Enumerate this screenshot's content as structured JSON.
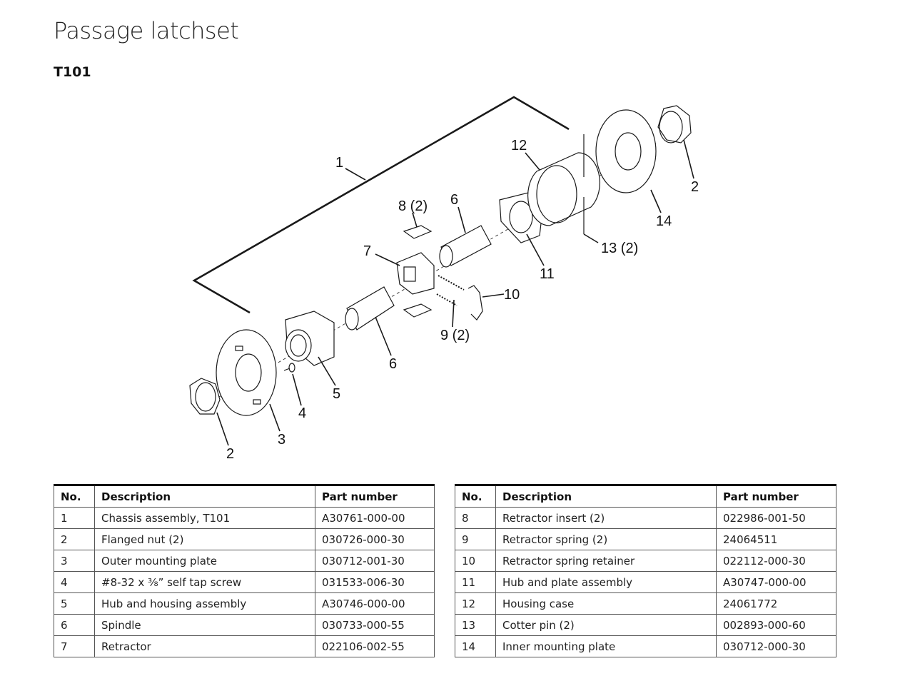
{
  "page": {
    "title": "Passage latchset",
    "subtitle": "T101"
  },
  "diagram": {
    "callouts": [
      "1",
      "2",
      "3",
      "4",
      "5",
      "6",
      "6",
      "7",
      "8 (2)",
      "9 (2)",
      "10",
      "11",
      "12",
      "13 (2)",
      "14",
      "2"
    ]
  },
  "tables": {
    "headers": {
      "no": "No.",
      "description": "Description",
      "part_number": "Part number"
    },
    "left": [
      {
        "no": "1",
        "description": "Chassis assembly, T101",
        "part_number": "A30761-000-00"
      },
      {
        "no": "2",
        "description": "Flanged nut (2)",
        "part_number": "030726-000-30"
      },
      {
        "no": "3",
        "description": "Outer mounting plate",
        "part_number": "030712-001-30"
      },
      {
        "no": "4",
        "description": "#8-32 x ⅜” self tap screw",
        "part_number": "031533-006-30"
      },
      {
        "no": "5",
        "description": "Hub and housing assembly",
        "part_number": "A30746-000-00"
      },
      {
        "no": "6",
        "description": "Spindle",
        "part_number": "030733-000-55"
      },
      {
        "no": "7",
        "description": "Retractor",
        "part_number": "022106-002-55"
      }
    ],
    "right": [
      {
        "no": "8",
        "description": "Retractor insert (2)",
        "part_number": "022986-001-50"
      },
      {
        "no": "9",
        "description": "Retractor spring (2)",
        "part_number": "24064511"
      },
      {
        "no": "10",
        "description": "Retractor spring retainer",
        "part_number": "022112-000-30"
      },
      {
        "no": "11",
        "description": "Hub and plate assembly",
        "part_number": "A30747-000-00"
      },
      {
        "no": "12",
        "description": "Housing case",
        "part_number": "24061772"
      },
      {
        "no": "13",
        "description": "Cotter pin (2)",
        "part_number": "002893-000-60"
      },
      {
        "no": "14",
        "description": "Inner mounting plate",
        "part_number": "030712-000-30"
      }
    ]
  }
}
